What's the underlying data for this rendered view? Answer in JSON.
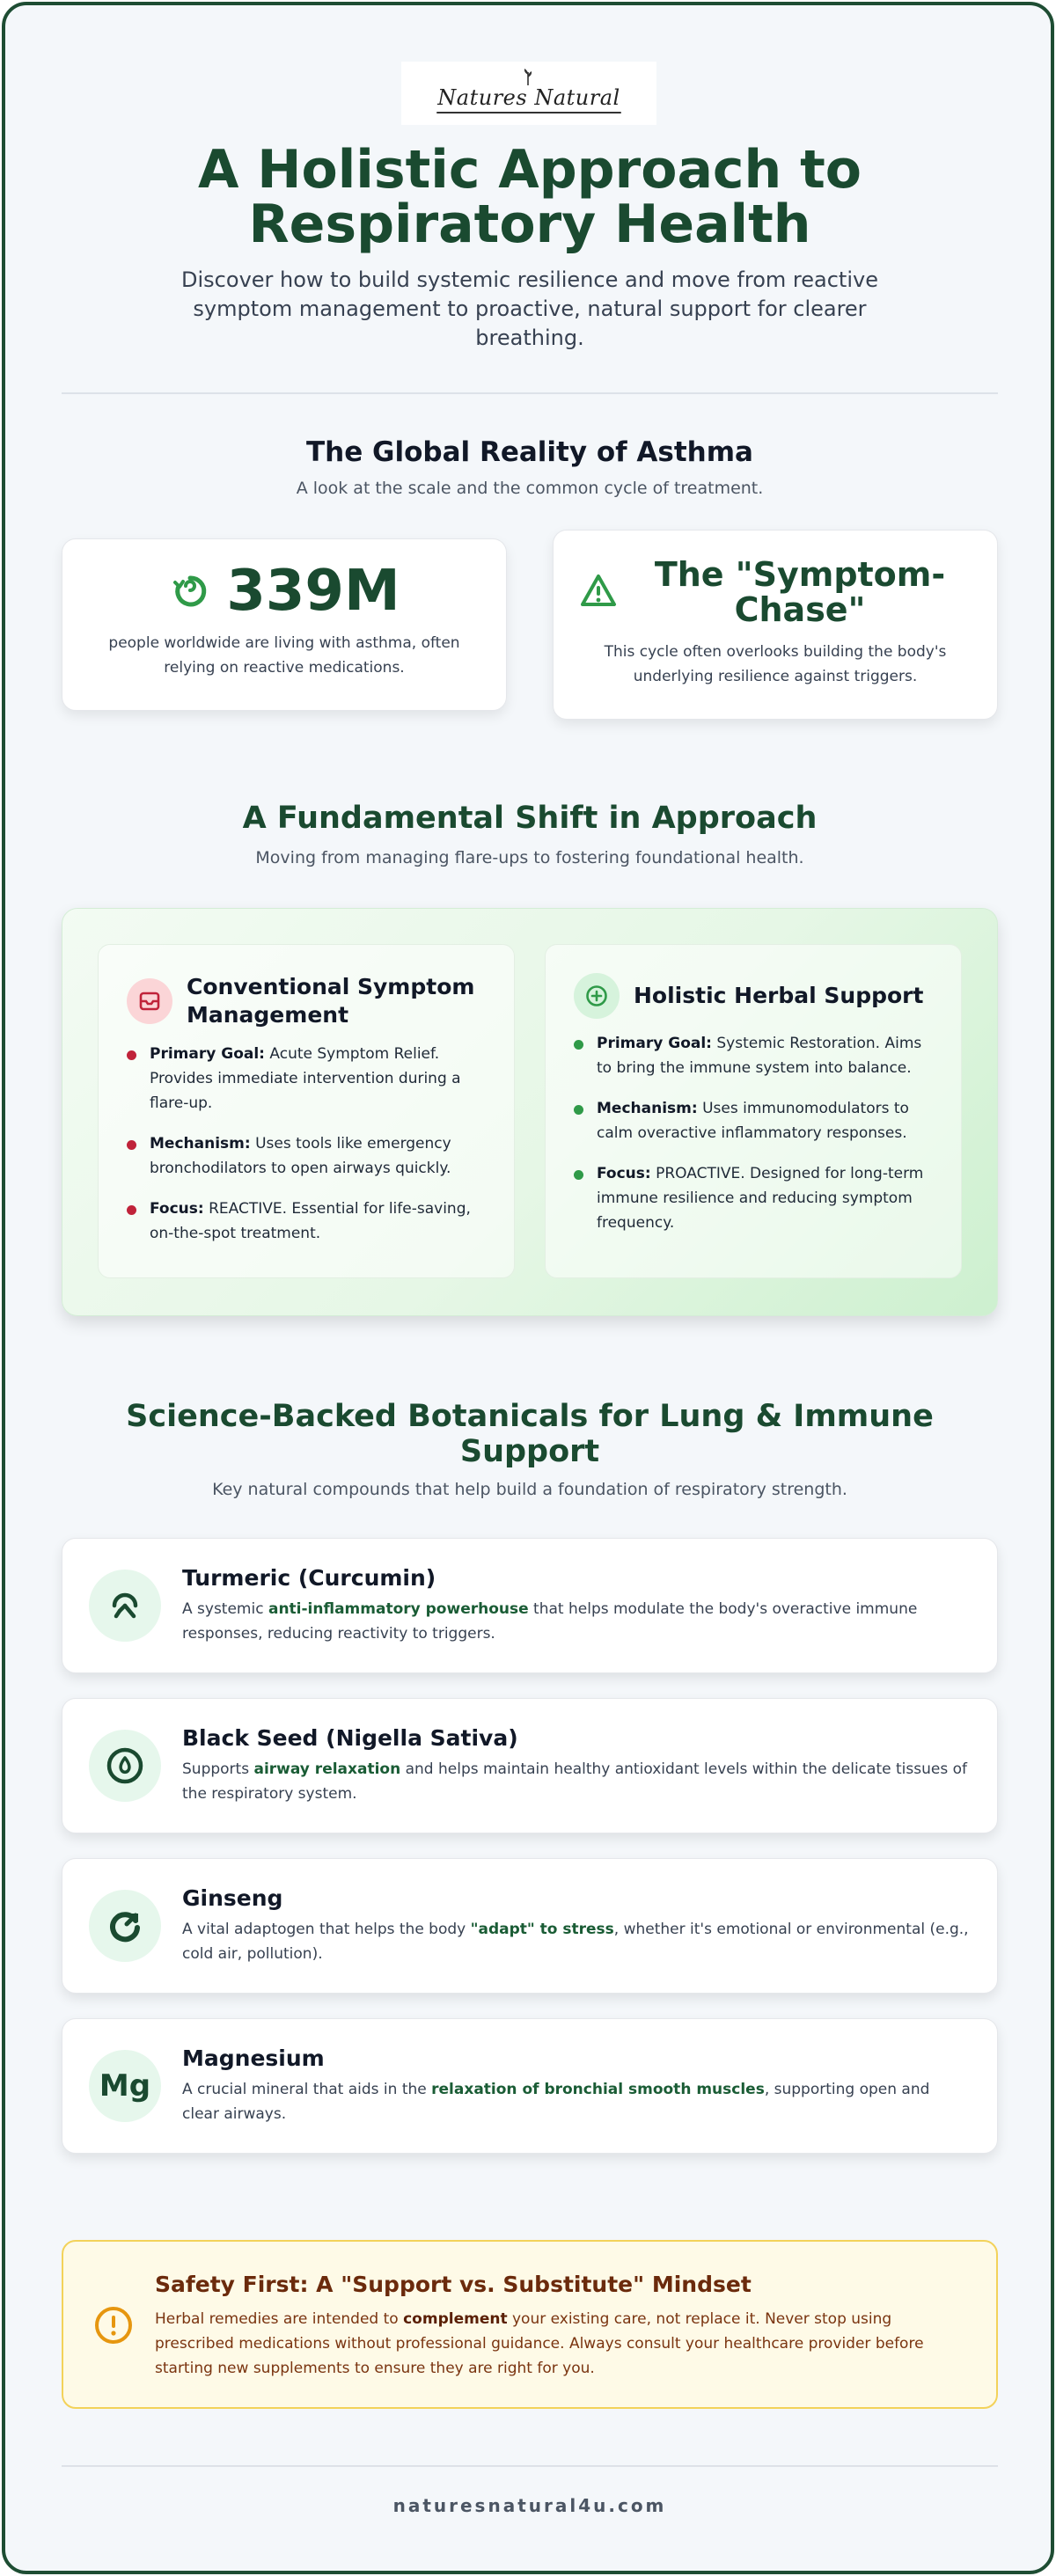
{
  "brand": {
    "logo_text": "Natures Natural"
  },
  "hero": {
    "title_line1": "A Holistic Approach to",
    "title_line2": "Respiratory Health",
    "subtitle": "Discover how to build systemic resilience and move from reactive symptom management to proactive, natural support for clearer breathing."
  },
  "global_reality": {
    "title": "The Global Reality of Asthma",
    "subtitle": "A look at the scale and the common cycle of treatment.",
    "stat": {
      "value": "339M",
      "icon": "lungs-cycle-icon",
      "description": "people worldwide are living with asthma, often relying on reactive medications."
    },
    "chase": {
      "title_line1": "The \"Symptom-",
      "title_line2": "Chase\"",
      "icon": "warning-icon",
      "description": "This cycle often overlooks building the body's underlying resilience against triggers."
    }
  },
  "shift": {
    "title": "A Fundamental Shift in Approach",
    "subtitle": "Moving from managing flare-ups to fostering foundational health.",
    "conventional": {
      "title_line1": "Conventional Symptom",
      "title_line2": "Management",
      "icon": "inhaler-icon",
      "accent": "#c0233a",
      "items": [
        {
          "label": "Primary Goal:",
          "text": " Acute Symptom Relief. Provides immediate intervention during a flare-up."
        },
        {
          "label": "Mechanism:",
          "text": " Uses tools like emergency bronchodilators to open airways quickly."
        },
        {
          "label": "Focus:",
          "text": " REACTIVE. Essential for life-saving, on-the-spot treatment."
        }
      ]
    },
    "holistic": {
      "title": "Holistic Herbal Support",
      "icon": "plus-circle-icon",
      "accent": "#2f9a48",
      "items": [
        {
          "label": "Primary Goal:",
          "text": " Systemic Restoration. Aims to bring the immune system into balance."
        },
        {
          "label": "Mechanism:",
          "text": " Uses immunomodulators to calm overactive inflammatory responses."
        },
        {
          "label": "Focus:",
          "text": " PROACTIVE. Designed for long-term immune resilience and reducing symptom frequency."
        }
      ]
    }
  },
  "botanicals": {
    "title_line1": "Science-Backed Botanicals for Lung & Immune",
    "title_line2": "Support",
    "subtitle": "Key natural compounds that help build a foundation of respiratory strength.",
    "items": [
      {
        "name": "Turmeric (Curcumin)",
        "icon": "turmeric-root-icon",
        "pre": "A systemic ",
        "highlight": "anti-inflammatory powerhouse",
        "post": " that helps modulate the body's overactive immune responses, reducing reactivity to triggers."
      },
      {
        "name": "Black Seed (Nigella Sativa)",
        "icon": "seed-icon",
        "pre": "Supports ",
        "highlight": "airway relaxation",
        "post": " and helps maintain healthy antioxidant levels within the delicate tissues of the respiratory system."
      },
      {
        "name": "Ginseng",
        "icon": "adapt-arrow-icon",
        "pre": "A vital adaptogen that helps the body ",
        "highlight": "\"adapt\" to stress",
        "post": ", whether it's emotional or environmental (e.g., cold air, pollution)."
      },
      {
        "name": "Magnesium",
        "icon": "magnesium-icon",
        "badge": "Mg",
        "pre": "A crucial mineral that aids in the ",
        "highlight": "relaxation of bronchial smooth muscles",
        "post": ", supporting open and clear airways."
      }
    ]
  },
  "safety": {
    "title": "Safety First: A \"Support vs. Substitute\" Mindset",
    "icon": "alert-circle-icon",
    "pre": "Herbal remedies are intended to ",
    "highlight": "complement",
    "post": " your existing care, not replace it. Never stop using prescribed medications without professional guidance. Always consult your healthcare provider before starting new supplements to ensure they are right for you."
  },
  "footer": {
    "site": "naturesnatural4u.com"
  },
  "colors": {
    "primary": "#1a4a30",
    "accent_green": "#2f9a48",
    "accent_red": "#c0233a",
    "warning": "#e6960f"
  }
}
